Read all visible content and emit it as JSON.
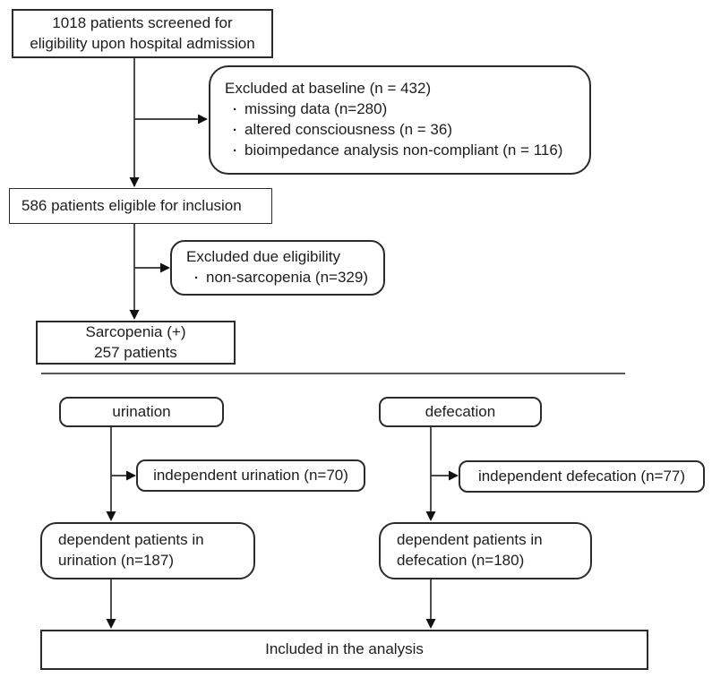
{
  "diagram": {
    "bullet": "·",
    "screened": {
      "line1": "1018 patients screened for",
      "line2": "eligibility upon hospital admission"
    },
    "excluded_baseline": {
      "title": "Excluded at baseline (n = 432)",
      "items": [
        "missing data (n=280)",
        "altered consciousness (n = 36)",
        "bioimpedance analysis non-compliant (n = 116)"
      ]
    },
    "eligible": {
      "label": "586 patients eligible for inclusion"
    },
    "excluded_eligibility": {
      "title": "Excluded due eligibility",
      "items": [
        "non-sarcopenia (n=329)"
      ]
    },
    "sarcopenia": {
      "line1": "Sarcopenia (+)",
      "line2": "257 patients"
    },
    "urination_branch": {
      "header": "urination",
      "independent": "independent urination (n=70)",
      "dependent_line1": "dependent patients in",
      "dependent_line2": "urination (n=187)"
    },
    "defecation_branch": {
      "header": "defecation",
      "independent": "independent defecation (n=77)",
      "dependent_line1": "dependent patients in",
      "dependent_line2": "defecation (n=180)"
    },
    "included": {
      "label": "Included in the analysis"
    },
    "colors": {
      "line": "#2e2e2e",
      "border": "#2b2b2b",
      "background": "#ffffff"
    }
  }
}
